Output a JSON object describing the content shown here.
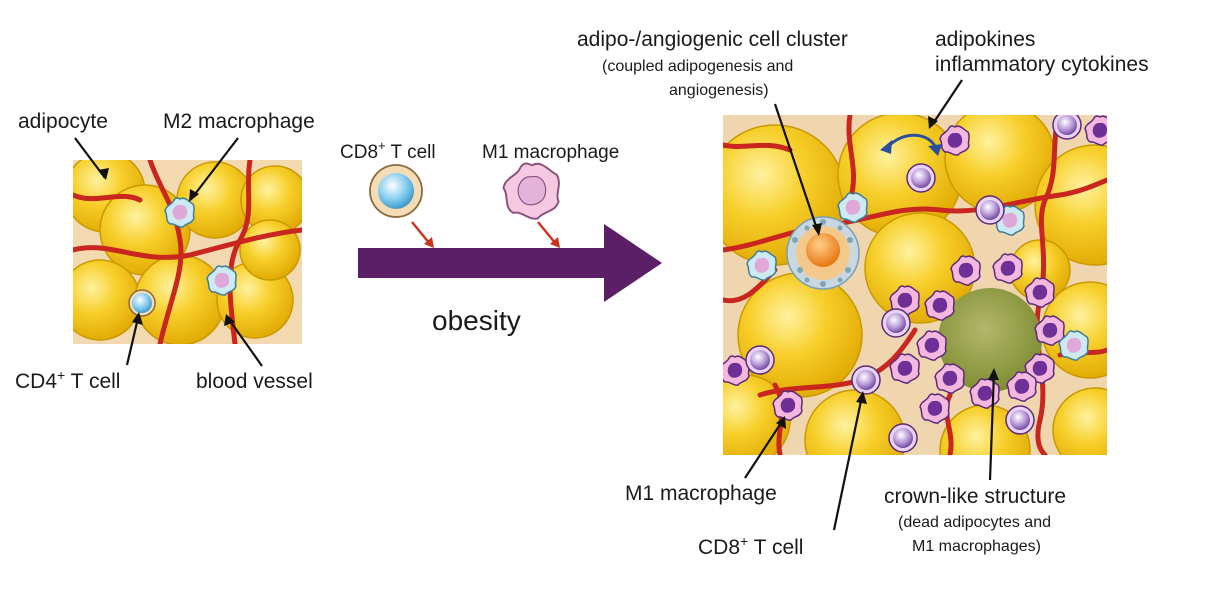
{
  "labels": {
    "adipocyte": "adipocyte",
    "m2_macrophage": "M2 macrophage",
    "cd4_tcell": {
      "base": "CD4",
      "sup": "+",
      "rest": " T cell"
    },
    "blood_vessel": "blood vessel",
    "cd8_tcell_top": {
      "base": "CD8",
      "sup": "+",
      "rest": " T cell"
    },
    "m1_macrophage_top": "M1 macrophage",
    "obesity": "obesity",
    "cluster_title": "adipo-/angiogenic cell cluster",
    "cluster_sub1": "(coupled adipogenesis and",
    "cluster_sub2": "angiogenesis)",
    "adipokines": "adipokines",
    "inflammatory_cytokines": "inflammatory cytokines",
    "m1_macrophage_bottom": "M1 macrophage",
    "cd8_tcell_bottom": {
      "base": "CD8",
      "sup": "+",
      "rest": " T cell"
    },
    "crown_title": "crown-like structure",
    "crown_sub1": "(dead adipocytes and",
    "crown_sub2": "M1 macrophages)"
  },
  "colors": {
    "tissue_bg": "#f2d9b0",
    "adipocyte": "#f5c518",
    "adipocyte_edge": "#d9a400",
    "vessel": "#c8261f",
    "obesity_arrow": "#5a1f66",
    "m1_macrophage": "#7b3f9e",
    "m2_macrophage": "#a8dbe9",
    "t_cell": "#8fd3f2",
    "cd8_ring": "#8a5db0",
    "crown_center": "#8c9a3a",
    "cluster_core": "#ef8a12"
  }
}
